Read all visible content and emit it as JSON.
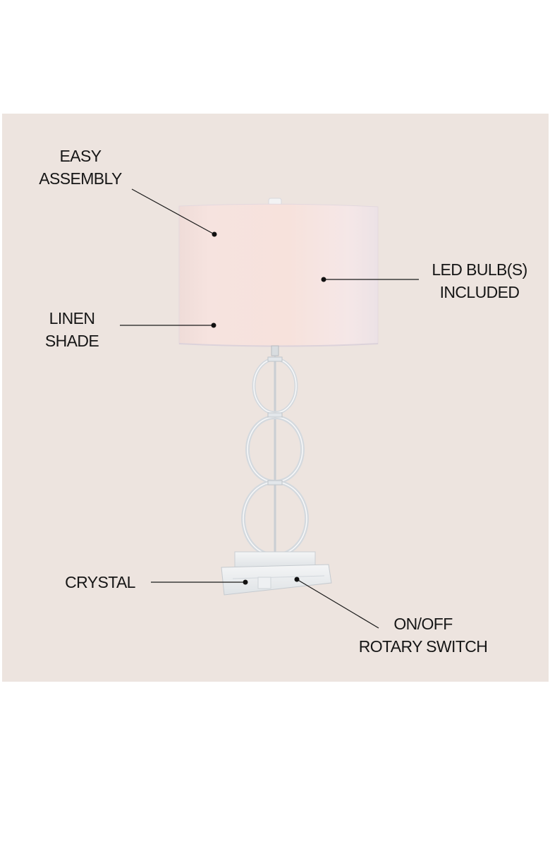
{
  "page": {
    "background": "#ffffff",
    "panel_color": "#ede4df"
  },
  "product": {
    "name": "Crystal table lamp with linen drum shade",
    "shade_color": "#f6e6e2",
    "stand_color": "#e8eef2"
  },
  "callouts": [
    {
      "id": "easy-assembly",
      "lines": [
        "EASY",
        "ASSEMBLY"
      ]
    },
    {
      "id": "linen-shade",
      "lines": [
        "LINEN",
        "SHADE"
      ]
    },
    {
      "id": "led-bulbs",
      "lines": [
        "LED BULB(S)",
        "INCLUDED"
      ]
    },
    {
      "id": "crystal",
      "lines": [
        "CRYSTAL"
      ]
    },
    {
      "id": "rotary-switch",
      "lines": [
        "ON/OFF",
        "ROTARY SWITCH"
      ]
    }
  ]
}
